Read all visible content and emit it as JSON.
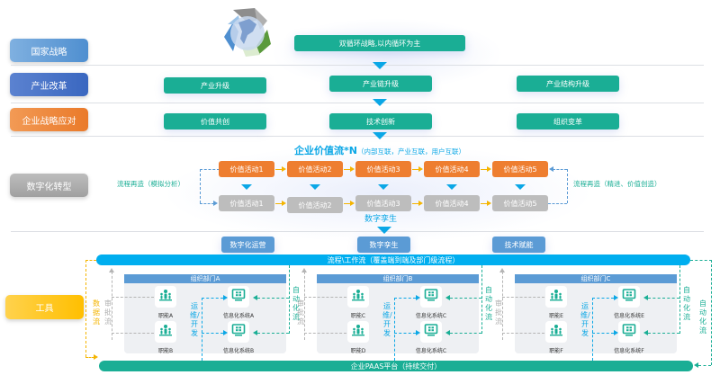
{
  "rows": {
    "national_strategy": "国家战略",
    "industry_reform": "产业改革",
    "enterprise_response": "企业战略应对",
    "digital_transformation": "数字化转型",
    "tools": "工具"
  },
  "row_colors": {
    "national_strategy": "#5b9bd5",
    "industry_reform": "#4472c4",
    "enterprise_response": "#ed7d31",
    "digital_transformation": "#a5a5a5",
    "tools": "#ffc000"
  },
  "national": {
    "icon": "recycle-globe-icon",
    "strategy": "双循环战略,以内循环为主"
  },
  "industry": [
    "产业升级",
    "产业链升级",
    "产业结构升级"
  ],
  "enterprise": [
    "价值共创",
    "技术创新",
    "组织变革"
  ],
  "digital": {
    "title": "企业价值流*N",
    "title_note": "（内部互联，产业互联，用户互联）",
    "left_note": "流程再造（模拟分析）",
    "right_note": "流程再造（精进、价值创造）",
    "twin_label": "数字孪生",
    "top_activities": [
      "价值活动1",
      "价值活动2",
      "价值活动3",
      "价值活动4",
      "价值活动5"
    ],
    "bottom_activities": [
      "价值活动1",
      "价值活动2",
      "价值活动3",
      "价值活动4",
      "价值活动5"
    ]
  },
  "tools": {
    "tags": [
      "数字化运营",
      "数字孪生",
      "技术赋能"
    ],
    "workflow_bar": "流程\\工作流（覆盖端到端及部门级流程）",
    "platform_bar": "企业PAAS平台（持续交付）",
    "data_flow": "数据流",
    "approval_flow": "审批流",
    "ops_dev": "运维/开发",
    "auto_flow": "自动化流",
    "departments": [
      {
        "name": "组织部门A",
        "roles": [
          "职能A",
          "职能B"
        ],
        "systems": [
          "信息化系统A",
          "信息化系统B"
        ]
      },
      {
        "name": "组织部门B",
        "roles": [
          "职能C",
          "职能D"
        ],
        "systems": [
          "信息化系统C",
          "信息化系统C"
        ]
      },
      {
        "name": "组织部门C",
        "roles": [
          "职能E",
          "职能F"
        ],
        "systems": [
          "信息化系统E",
          "信息化系统F"
        ]
      }
    ]
  },
  "colors": {
    "teal": "#1aae95",
    "sky": "#00aeef",
    "orange_activity": "#ee7e30",
    "gray_activity": "#bdbdbd",
    "dept_blue": "#5b9bd5",
    "arrow_blue": "#0ba7e6",
    "data_flow_yellow": "#f4b400"
  }
}
